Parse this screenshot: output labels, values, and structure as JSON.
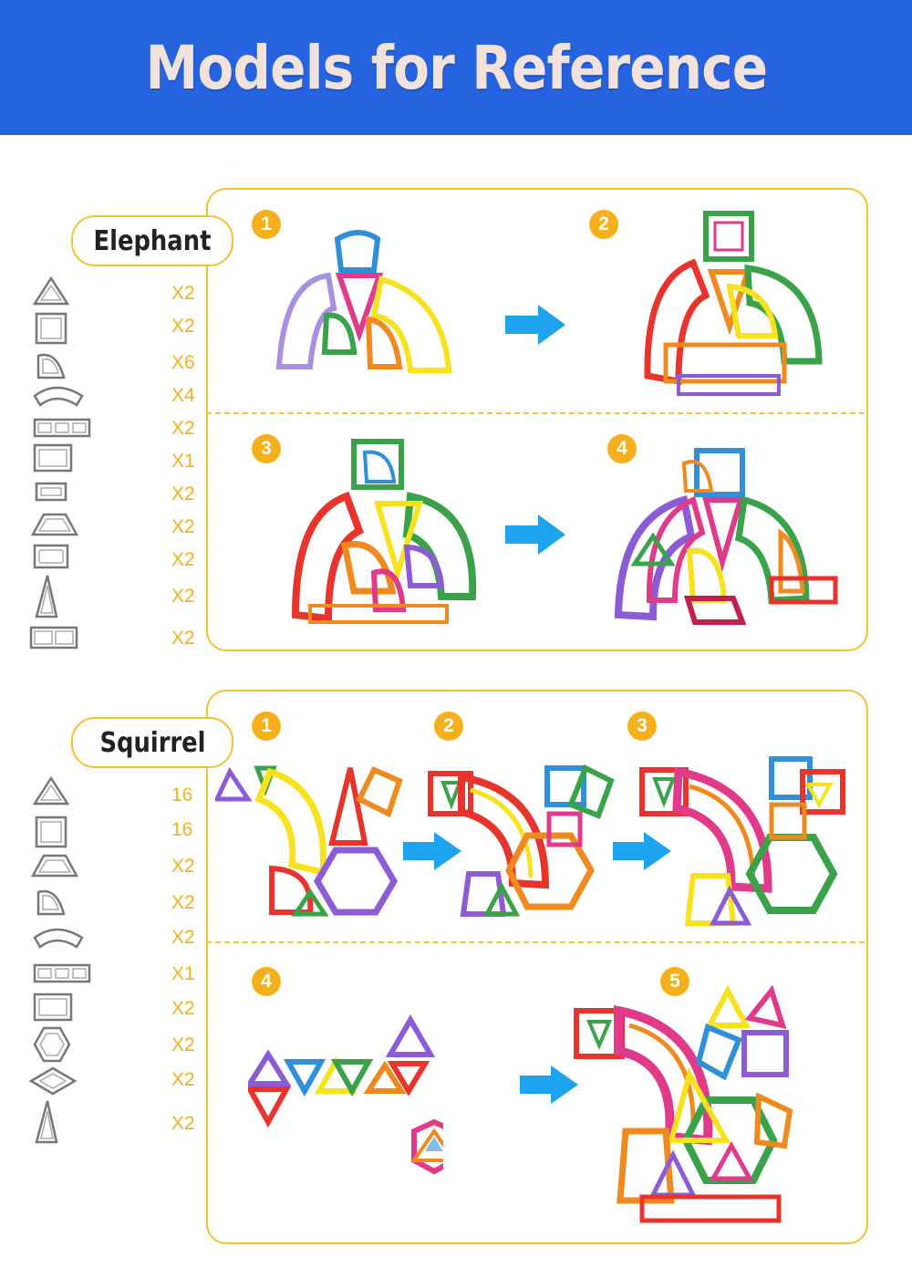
{
  "banner": {
    "title": "Models for Reference"
  },
  "elephant": {
    "name": "Elephant",
    "quantities": [
      "X2",
      "X2",
      "X6",
      "X4",
      "X2",
      "X1",
      "X2",
      "X2",
      "X2",
      "X2",
      "X2"
    ],
    "piece_icons": [
      "triangle-piece-icon",
      "square-piece-icon",
      "quarter-arc-piece-icon",
      "curved-strip-piece-icon",
      "triple-window-piece-icon",
      "rectangle-piece-icon",
      "small-rectangle-piece-icon",
      "trapezoid-piece-icon",
      "rounded-rectangle-piece-icon",
      "tall-triangle-piece-icon",
      "double-window-piece-icon"
    ],
    "steps": [
      "1",
      "2",
      "3",
      "4"
    ]
  },
  "squirrel": {
    "name": "Squirrel",
    "quantities": [
      "16",
      "16",
      "X2",
      "X2",
      "X2",
      "X1",
      "X2",
      "X2",
      "X2",
      "X2"
    ],
    "piece_icons": [
      "triangle-piece-icon",
      "square-piece-icon",
      "trapezoid-piece-icon",
      "quarter-arc-piece-icon",
      "curved-strip-piece-icon",
      "triple-window-piece-icon",
      "rectangle-piece-icon",
      "hexagon-piece-icon",
      "rhombus-piece-icon",
      "tall-triangle-piece-icon"
    ],
    "steps": [
      "1",
      "2",
      "3",
      "4",
      "5"
    ]
  },
  "colors": {
    "banner": "#2563df",
    "accent": "#f2c232",
    "step_badge": "#f6b01c",
    "arrow": "#1ea4ee",
    "pieces": [
      "#e8342c",
      "#f7e21c",
      "#3aa34a",
      "#8c5bd6",
      "#f08a1e",
      "#2f8fd8",
      "#e23a8a"
    ]
  }
}
